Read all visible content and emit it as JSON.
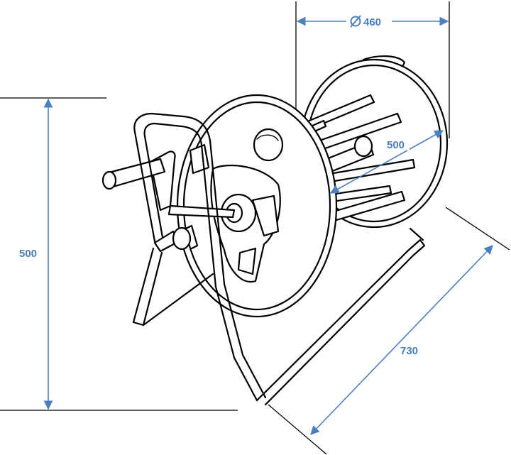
{
  "dimensions": {
    "diameter_label": "460",
    "depth_label": "500",
    "height_label": "500",
    "length_label": "730"
  },
  "colors": {
    "dimension": "#4a7fc0",
    "ink": "#000000",
    "background": "#ffffff"
  },
  "icons": {
    "diameter_symbol": "diameter-icon"
  }
}
